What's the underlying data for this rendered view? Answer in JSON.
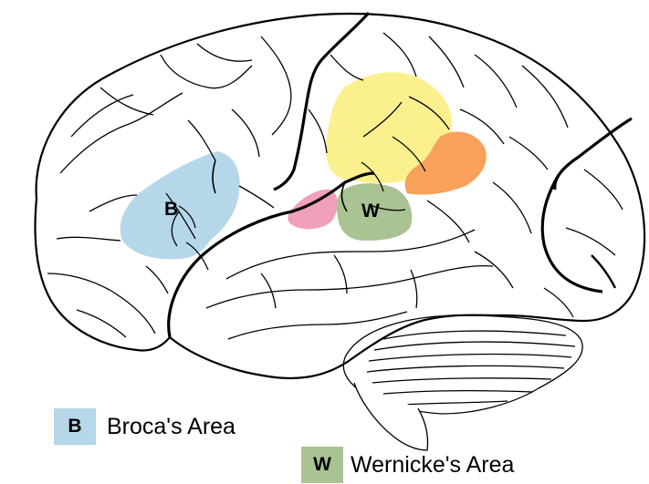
{
  "regions": {
    "broca": {
      "letter": "B",
      "color": "#b5d7e9"
    },
    "wernicke": {
      "letter": "W",
      "color": "#a9c393"
    },
    "angular": {
      "color": "#fbf08e"
    },
    "supramarginal": {
      "color": "#f7a15b"
    },
    "auditory": {
      "color": "#f0a0ba"
    }
  },
  "legend": [
    {
      "letter": "B",
      "label": "Broca's Area",
      "color": "#b5d7e9"
    },
    {
      "letter": "W",
      "label": "Wernicke's Area",
      "color": "#a9c393"
    }
  ]
}
